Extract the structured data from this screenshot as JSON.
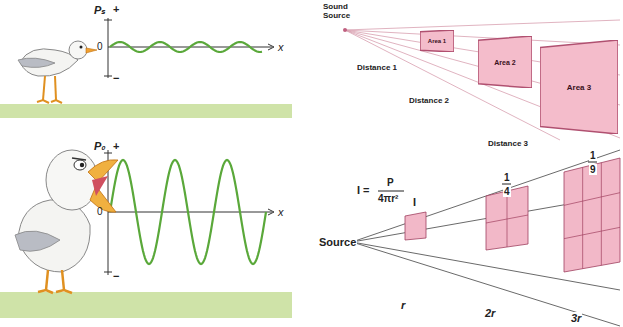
{
  "diagram": {
    "nodes": [
      {
        "text": [
          "Area 1"
        ]
      },
      {
        "text": [
          "Area 2"
        ]
      },
      {
        "text": [
          "Area 3"
        ]
      }
    ],
    "labels": [
      "Pₛ",
      "+",
      "0",
      "x",
      "−",
      "P₀",
      "+",
      "0",
      "x",
      "−",
      "Sound Source",
      "Distance 1",
      "Distance 2",
      "Distance 3",
      "I = ",
      "P",
      "4πr²",
      "Source",
      "I",
      "1",
      "4",
      "1",
      "9",
      "r",
      "2r",
      "3r"
    ]
  }
}
